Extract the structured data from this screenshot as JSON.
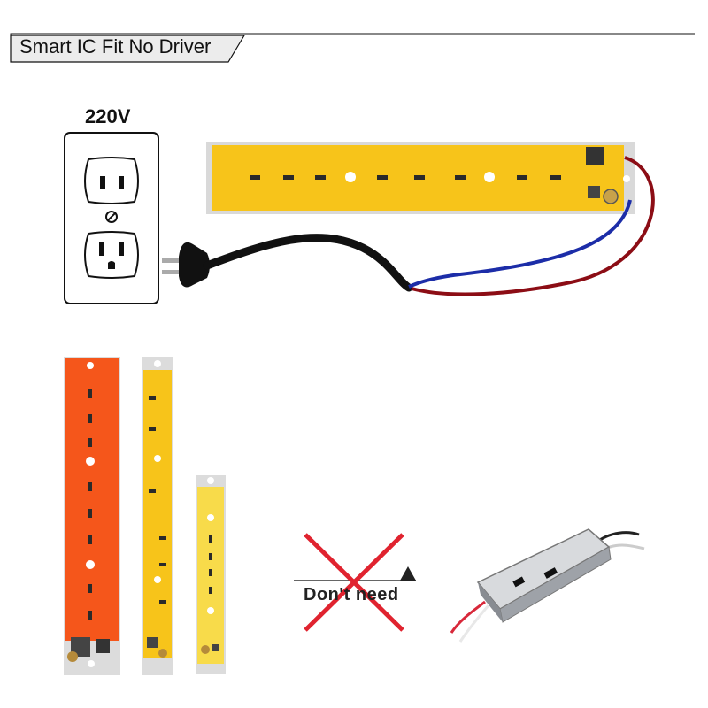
{
  "header": {
    "title": "Smart IC Fit No Driver"
  },
  "outlet": {
    "voltage_label": "220V"
  },
  "comparison": {
    "caption": "Don't need"
  },
  "colors": {
    "strip_yellow": "#f7c41a",
    "strip_orange": "#f5561b",
    "strip_pale": "#f8db4a",
    "wire_red": "#8c0d15",
    "wire_blue": "#1c2da8",
    "cross_red": "#e0232f"
  },
  "icons": [
    "wall-outlet-icon",
    "plug-icon",
    "led-strip-icon",
    "driver-box-icon",
    "cross-icon"
  ]
}
